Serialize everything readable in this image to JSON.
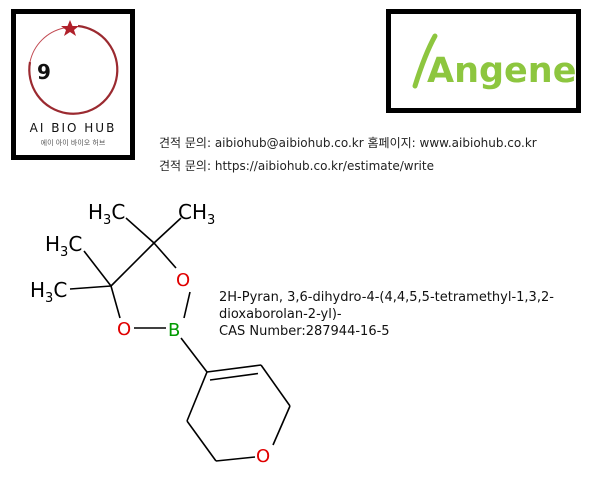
{
  "header": {
    "aibio_logo": {
      "number": "9",
      "name": "AI BIO HUB",
      "korean_name": "에이 아이 바이오 허브"
    },
    "angene_logo": {
      "text": "Angene",
      "color": "#8dc63f"
    },
    "contact_line1": "견적 문의: aibiohub@aibiohub.co.kr  홈페이지: www.aibiohub.co.kr",
    "contact_line2": "견적 문의: https://aibiohub.co.kr/estimate/write"
  },
  "molecule": {
    "atoms": {
      "ch3_top_left": "CH3",
      "ch3_top_right": "CH3",
      "ch3_mid_left": "CH3",
      "ch3_low_left": "CH3",
      "oxygen_upper": "O",
      "oxygen_lower": "O",
      "boron": "B",
      "oxygen_ring": "O"
    },
    "colors": {
      "oxygen": "#e00000",
      "boron": "#009a00",
      "bond": "#000000"
    }
  },
  "compound": {
    "name_line1": "2H-Pyran, 3,6-dihydro-4-(4,4,5,5-tetramethyl-1,3,2-",
    "name_line2": "dioxaborolan-2-yl)-",
    "cas_line": "CAS Number:287944-16-5"
  }
}
